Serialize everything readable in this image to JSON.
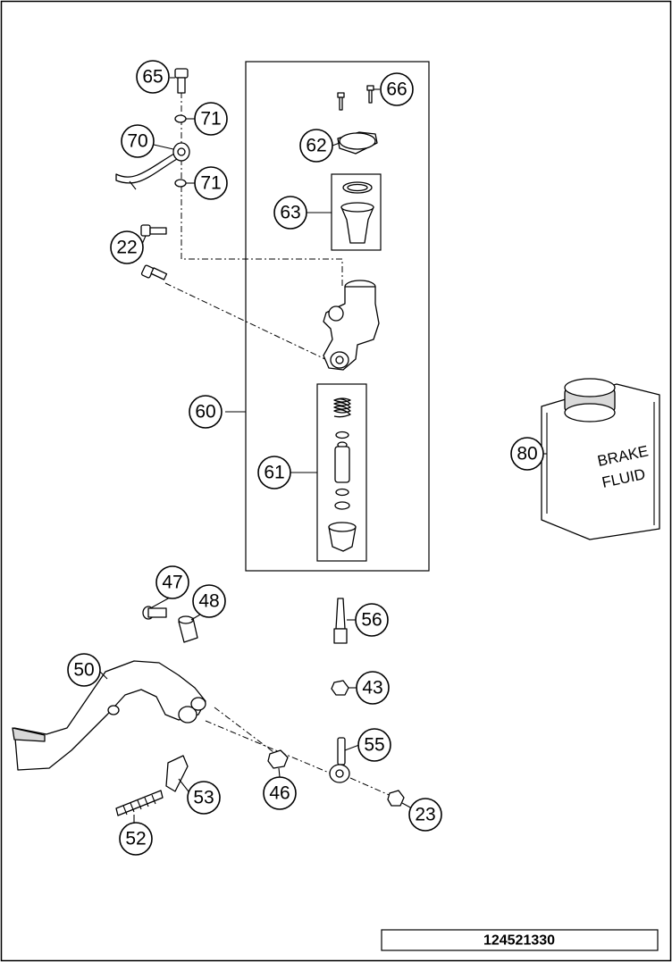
{
  "diagram_id": "124521330",
  "can_label": {
    "line1": "BRAKE",
    "line2": "FLUID"
  },
  "callouts": {
    "c65": "65",
    "c66": "66",
    "c71a": "71",
    "c70": "70",
    "c62": "62",
    "c71b": "71",
    "c63": "63",
    "c22": "22",
    "c60": "60",
    "c80": "80",
    "c61": "61",
    "c47": "47",
    "c48": "48",
    "c56": "56",
    "c50": "50",
    "c43": "43",
    "c55": "55",
    "c53": "53",
    "c46": "46",
    "c23": "23",
    "c52": "52"
  }
}
